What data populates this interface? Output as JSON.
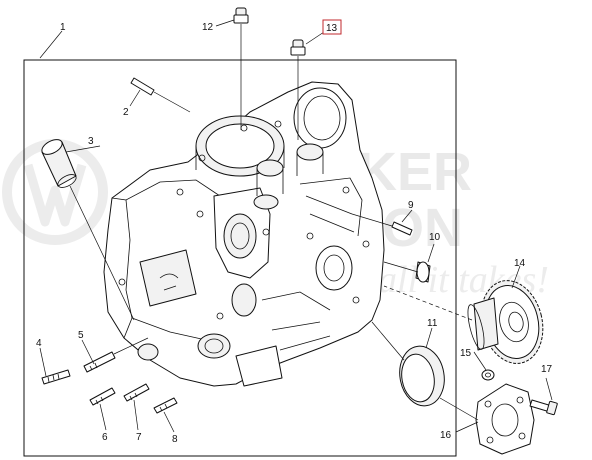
{
  "watermark": {
    "brand_line1": "WACKER",
    "brand_line2": "NEUSON",
    "slogan": "all it takes!"
  },
  "labels": {
    "p1": "1",
    "p2": "2",
    "p3": "3",
    "p4": "4",
    "p5": "5",
    "p6": "6",
    "p7": "7",
    "p8": "8",
    "p9": "9",
    "p10": "10",
    "p11": "11",
    "p12": "12",
    "p13": "13",
    "p14": "14",
    "p15": "15",
    "p16": "16",
    "p17": "17"
  },
  "highlight": {
    "part": "13",
    "color": "#c0282d"
  }
}
